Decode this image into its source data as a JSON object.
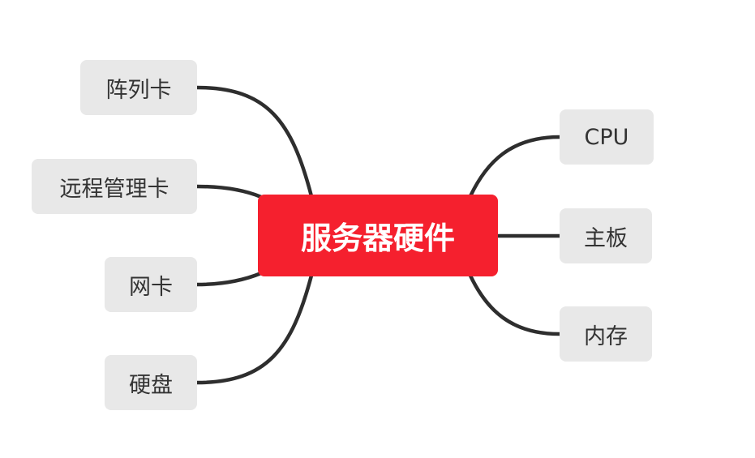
{
  "root": {
    "label": "服务器硬件",
    "color": "#f5202e"
  },
  "connector_color": "#2e2e2e",
  "left_branches": [
    {
      "label": "阵列卡"
    },
    {
      "label": "远程管理卡"
    },
    {
      "label": "网卡"
    },
    {
      "label": "硬盘"
    }
  ],
  "right_branches": [
    {
      "label": "CPU"
    },
    {
      "label": "主板"
    },
    {
      "label": "内存"
    }
  ]
}
